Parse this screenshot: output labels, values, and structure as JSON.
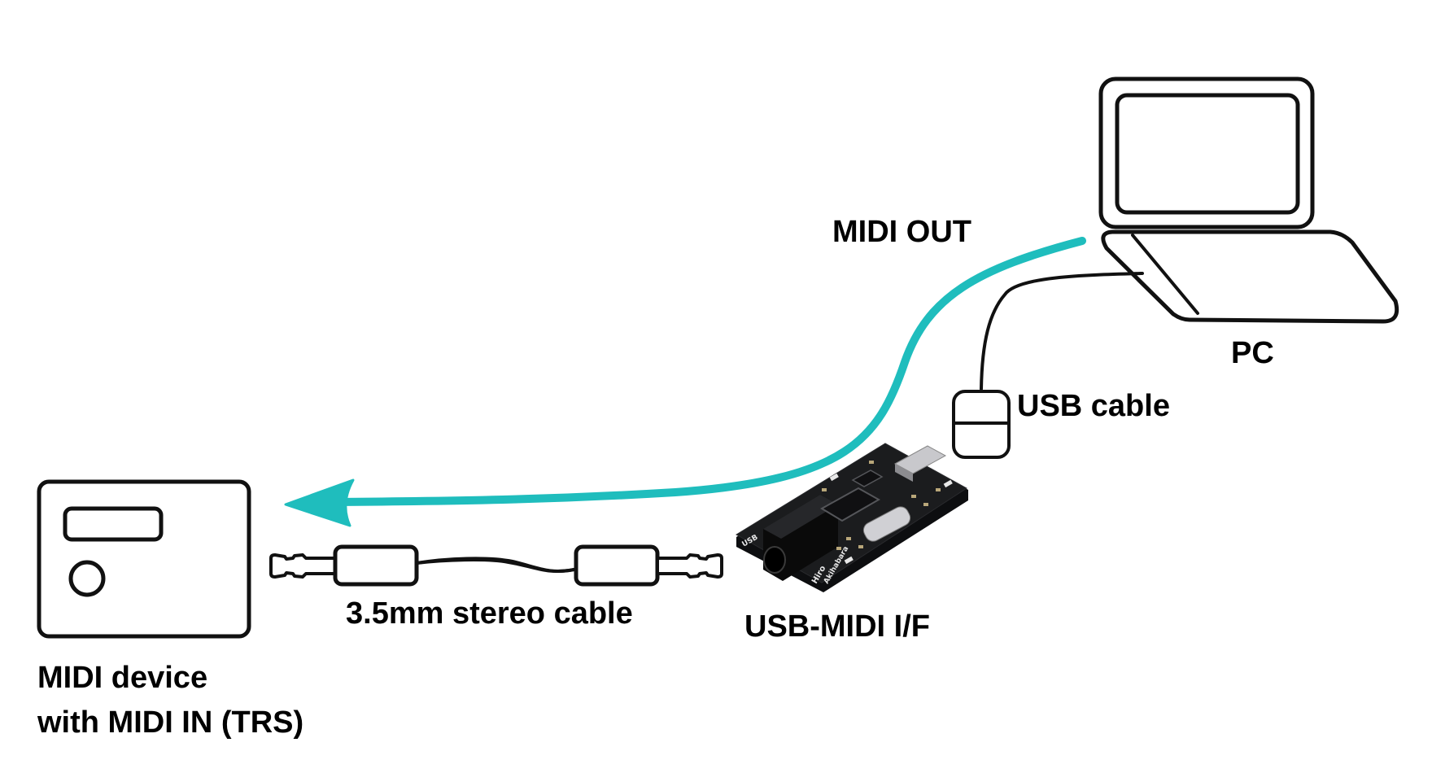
{
  "labels": {
    "midi_out": "MIDI OUT",
    "pc": "PC",
    "usb_cable": "USB cable",
    "stereo_cable": "3.5mm stereo cable",
    "usb_midi_if": "USB-MIDI I/F",
    "midi_device_line1": "MIDI device",
    "midi_device_line2": "with MIDI IN (TRS)"
  },
  "board_markings": {
    "silk_usb": "USB",
    "silk_brand1": "Hiro",
    "silk_brand2": "Akihabara"
  },
  "icons": {
    "pc": "laptop-icon",
    "midi_device": "midi-device-icon",
    "usb_plug": "usb-plug-icon",
    "interface_board": "pcb-board-icon"
  },
  "colors": {
    "midi_out_arrow": "#1fbdbd",
    "outline": "#111111",
    "pcb": "#1b1c1e",
    "background": "#ffffff"
  }
}
